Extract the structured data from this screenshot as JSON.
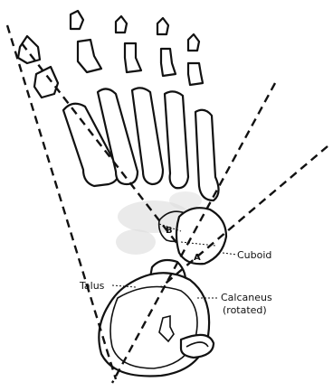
{
  "labels": {
    "angle_a": "A",
    "angle_b": "B",
    "cuboid": "Cuboid",
    "talus": "Talus",
    "calcaneus_line1": "Calcaneus",
    "calcaneus_line2": "(rotated)"
  }
}
